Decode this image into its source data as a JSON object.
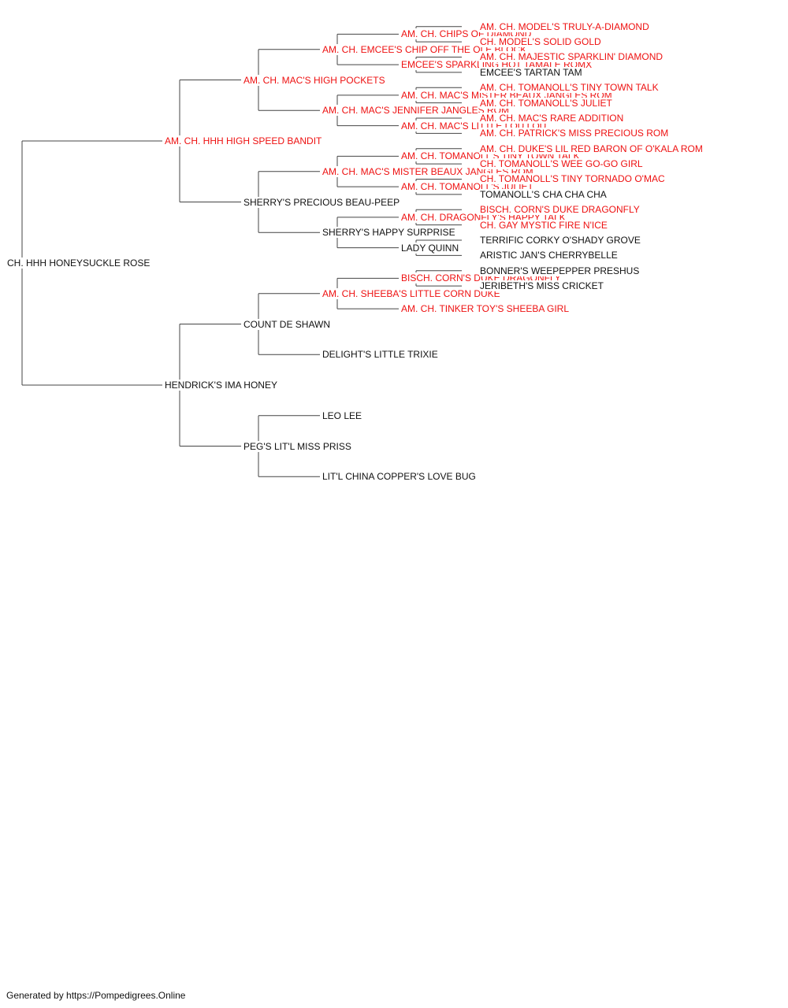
{
  "colors": {
    "champion": "#ee1111",
    "plain": "#111111",
    "line": "#444444"
  },
  "pedigree": {
    "name": "CH. HHH HONEYSUCKLE ROSE",
    "champion": false,
    "sire": {
      "name": "AM. CH. HHH HIGH SPEED BANDIT",
      "champion": true,
      "sire": {
        "name": "AM. CH. MAC'S HIGH POCKETS",
        "champion": true,
        "sire": {
          "name": "AM. CH. EMCEE'S CHIP OFF THE OLE BLOCK",
          "champion": true,
          "sire": {
            "name": "AM. CH. CHIPS OF DIAMOND",
            "champion": true,
            "sire": {
              "name": "AM. CH. MODEL'S TRULY-A-DIAMOND",
              "champion": true
            },
            "dam": {
              "name": "CH. MODEL'S SOLID GOLD",
              "champion": true
            }
          },
          "dam": {
            "name": "EMCEE'S SPARKLING HOT TAMALE ROMX",
            "champion": true,
            "sire": {
              "name": "AM. CH. MAJESTIC SPARKLIN' DIAMOND",
              "champion": true
            },
            "dam": {
              "name": "EMCEE'S TARTAN TAM",
              "champion": false
            }
          }
        },
        "dam": {
          "name": "AM. CH. MAC'S JENNIFER JANGLES ROM",
          "champion": true,
          "sire": {
            "name": "AM. CH. MAC'S MISTER BEAUX JANGLES ROM",
            "champion": true,
            "sire": {
              "name": "AM. CH. TOMANOLL'S TINY TOWN TALK",
              "champion": true
            },
            "dam": {
              "name": "AM. CH. TOMANOLL'S JULIET",
              "champion": true
            }
          },
          "dam": {
            "name": "AM. CH. MAC'S LITTLE LOU LOU",
            "champion": true,
            "sire": {
              "name": "AM. CH. MAC'S RARE ADDITION",
              "champion": true
            },
            "dam": {
              "name": "AM. CH. PATRICK'S MISS PRECIOUS ROM",
              "champion": true
            }
          }
        }
      },
      "dam": {
        "name": "SHERRY'S PRECIOUS BEAU-PEEP",
        "champion": false,
        "sire": {
          "name": "AM. CH. MAC'S MISTER BEAUX JANGLES ROM",
          "champion": true,
          "sire": {
            "name": "AM. CH. TOMANOLL'S TINY TOWN TALK",
            "champion": true,
            "sire": {
              "name": "AM. CH. DUKE'S LIL RED BARON OF O'KALA ROM",
              "champion": true
            },
            "dam": {
              "name": "CH. TOMANOLL'S WEE GO-GO GIRL",
              "champion": true
            }
          },
          "dam": {
            "name": "AM. CH. TOMANOLL'S JULIET",
            "champion": true,
            "sire": {
              "name": "CH. TOMANOLL'S TINY TORNADO O'MAC",
              "champion": true
            },
            "dam": {
              "name": "TOMANOLL'S CHA CHA CHA",
              "champion": false
            }
          }
        },
        "dam": {
          "name": "SHERRY'S HAPPY SURPRISE",
          "champion": false,
          "sire": {
            "name": "AM. CH. DRAGONFLY'S HAPPY TALK",
            "champion": true,
            "sire": {
              "name": "BISCH. CORN'S DUKE DRAGONFLY",
              "champion": true
            },
            "dam": {
              "name": "CH. GAY MYSTIC FIRE N'ICE",
              "champion": true
            }
          },
          "dam": {
            "name": "LADY QUINN",
            "champion": false,
            "sire": {
              "name": "TERRIFIC CORKY O'SHADY GROVE",
              "champion": false
            },
            "dam": {
              "name": "ARISTIC JAN'S CHERRYBELLE",
              "champion": false
            }
          }
        }
      }
    },
    "dam": {
      "name": "HENDRICK'S IMA HONEY",
      "champion": false,
      "sire": {
        "name": "COUNT DE SHAWN",
        "champion": false,
        "sire": {
          "name": "AM. CH. SHEEBA'S LITTLE CORN DUKE",
          "champion": true,
          "sire": {
            "name": "BISCH. CORN'S DUKE DRAGONFLY",
            "champion": true,
            "sire": {
              "name": "BONNER'S WEEPEPPER PRESHUS",
              "champion": false
            },
            "dam": {
              "name": "JERIBETH'S MISS CRICKET",
              "champion": false
            }
          },
          "dam": {
            "name": "AM. CH. TINKER TOY'S SHEEBA GIRL",
            "champion": true
          }
        },
        "dam": {
          "name": "DELIGHT'S LITTLE TRIXIE",
          "champion": false
        }
      },
      "dam": {
        "name": "PEG'S LIT'L MISS PRISS",
        "champion": false,
        "sire": {
          "name": "LEO LEE",
          "champion": false
        },
        "dam": {
          "name": "LIT'L CHINA COPPER'S LOVE BUG",
          "champion": false
        }
      }
    }
  },
  "footer": {
    "text": "Generated by https://Pompedigrees.Online"
  }
}
